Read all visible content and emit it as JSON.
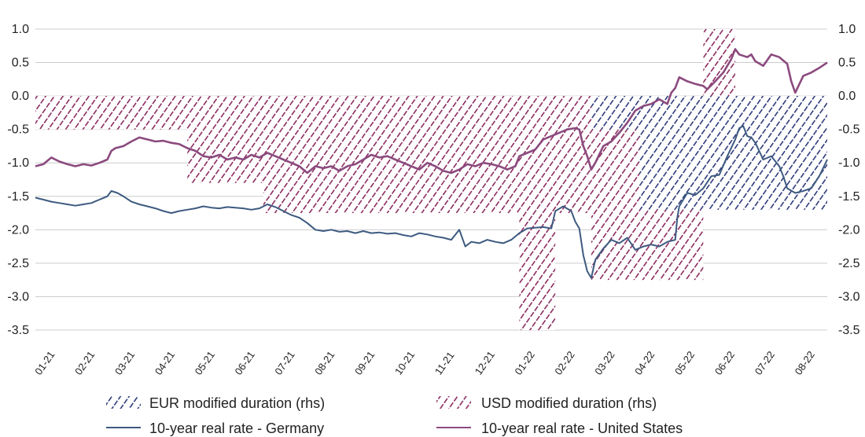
{
  "chart_data": {
    "type": "line",
    "xlabel": "",
    "ylabel": "",
    "x_ticks": [
      "01-21",
      "02-21",
      "03-21",
      "04-21",
      "05-21",
      "06-21",
      "07-21",
      "08-21",
      "09-21",
      "10-21",
      "11-21",
      "12-21",
      "01-22",
      "02-22",
      "03-22",
      "04-22",
      "05-22",
      "06-22",
      "07-22",
      "08-22"
    ],
    "y_ticks": [
      1.0,
      0.5,
      0.0,
      -0.5,
      -1.0,
      -1.5,
      -2.0,
      -2.5,
      -3.0,
      -3.5
    ],
    "y_tick_labels": [
      "1.0",
      "0.5",
      "0.0",
      "-0.5",
      "-1.0",
      "-1.5",
      "-2.0",
      "-2.5",
      "-3.0",
      "-3.5"
    ],
    "ylim": [
      -3.5,
      1.0
    ],
    "y2lim": [
      -3.5,
      1.0
    ],
    "grid": true,
    "legend_position": "bottom",
    "x_range_months": [
      0,
      19.8
    ],
    "series": [
      {
        "name": "10-year real rate - Germany",
        "color": "#3d5a80",
        "kind": "line",
        "axis": "left",
        "points": [
          [
            0,
            -1.52
          ],
          [
            0.2,
            -1.55
          ],
          [
            0.4,
            -1.58
          ],
          [
            0.6,
            -1.6
          ],
          [
            0.8,
            -1.62
          ],
          [
            1.0,
            -1.64
          ],
          [
            1.2,
            -1.62
          ],
          [
            1.4,
            -1.6
          ],
          [
            1.6,
            -1.55
          ],
          [
            1.8,
            -1.5
          ],
          [
            1.9,
            -1.42
          ],
          [
            2.05,
            -1.45
          ],
          [
            2.2,
            -1.5
          ],
          [
            2.4,
            -1.58
          ],
          [
            2.6,
            -1.62
          ],
          [
            2.8,
            -1.65
          ],
          [
            3.0,
            -1.68
          ],
          [
            3.2,
            -1.72
          ],
          [
            3.4,
            -1.75
          ],
          [
            3.6,
            -1.72
          ],
          [
            3.8,
            -1.7
          ],
          [
            4.0,
            -1.68
          ],
          [
            4.2,
            -1.65
          ],
          [
            4.4,
            -1.67
          ],
          [
            4.6,
            -1.68
          ],
          [
            4.8,
            -1.66
          ],
          [
            5.0,
            -1.67
          ],
          [
            5.2,
            -1.68
          ],
          [
            5.4,
            -1.7
          ],
          [
            5.6,
            -1.68
          ],
          [
            5.8,
            -1.62
          ],
          [
            6.0,
            -1.66
          ],
          [
            6.2,
            -1.72
          ],
          [
            6.4,
            -1.78
          ],
          [
            6.6,
            -1.82
          ],
          [
            6.8,
            -1.9
          ],
          [
            7.0,
            -2.0
          ],
          [
            7.2,
            -2.02
          ],
          [
            7.4,
            -2.0
          ],
          [
            7.6,
            -2.03
          ],
          [
            7.8,
            -2.02
          ],
          [
            8.0,
            -2.05
          ],
          [
            8.2,
            -2.02
          ],
          [
            8.4,
            -2.05
          ],
          [
            8.6,
            -2.04
          ],
          [
            8.8,
            -2.06
          ],
          [
            9.0,
            -2.05
          ],
          [
            9.2,
            -2.08
          ],
          [
            9.4,
            -2.1
          ],
          [
            9.6,
            -2.05
          ],
          [
            9.8,
            -2.07
          ],
          [
            10.0,
            -2.1
          ],
          [
            10.2,
            -2.12
          ],
          [
            10.4,
            -2.15
          ],
          [
            10.6,
            -2.0
          ],
          [
            10.75,
            -2.25
          ],
          [
            10.9,
            -2.18
          ],
          [
            11.1,
            -2.2
          ],
          [
            11.3,
            -2.15
          ],
          [
            11.5,
            -2.18
          ],
          [
            11.7,
            -2.2
          ],
          [
            11.9,
            -2.15
          ],
          [
            12.1,
            -2.05
          ],
          [
            12.3,
            -1.98
          ],
          [
            12.5,
            -1.97
          ],
          [
            12.7,
            -1.96
          ],
          [
            12.9,
            -1.98
          ],
          [
            13.0,
            -1.72
          ],
          [
            13.2,
            -1.65
          ],
          [
            13.4,
            -1.72
          ],
          [
            13.5,
            -1.88
          ],
          [
            13.6,
            -1.98
          ],
          [
            13.7,
            -2.38
          ],
          [
            13.8,
            -2.62
          ],
          [
            13.9,
            -2.72
          ],
          [
            14.0,
            -2.45
          ],
          [
            14.2,
            -2.28
          ],
          [
            14.4,
            -2.15
          ],
          [
            14.6,
            -2.2
          ],
          [
            14.8,
            -2.12
          ],
          [
            15.0,
            -2.3
          ],
          [
            15.2,
            -2.25
          ],
          [
            15.4,
            -2.22
          ],
          [
            15.6,
            -2.25
          ],
          [
            15.8,
            -2.18
          ],
          [
            16.0,
            -2.15
          ],
          [
            16.05,
            -1.82
          ],
          [
            16.1,
            -1.65
          ],
          [
            16.3,
            -1.45
          ],
          [
            16.5,
            -1.48
          ],
          [
            16.7,
            -1.38
          ],
          [
            16.9,
            -1.2
          ],
          [
            17.1,
            -1.18
          ],
          [
            17.3,
            -0.9
          ],
          [
            17.5,
            -0.65
          ],
          [
            17.6,
            -0.48
          ],
          [
            17.7,
            -0.45
          ],
          [
            17.8,
            -0.6
          ],
          [
            17.9,
            -0.62
          ],
          [
            18.0,
            -0.7
          ],
          [
            18.2,
            -0.95
          ],
          [
            18.4,
            -0.9
          ],
          [
            18.6,
            -1.05
          ],
          [
            18.7,
            -1.2
          ],
          [
            18.8,
            -1.38
          ],
          [
            19.0,
            -1.45
          ],
          [
            19.2,
            -1.42
          ],
          [
            19.4,
            -1.38
          ],
          [
            19.6,
            -1.2
          ],
          [
            19.8,
            -0.95
          ]
        ]
      },
      {
        "name": "10-year real rate - United States",
        "color": "#8b4a7e",
        "kind": "line",
        "axis": "left",
        "points": [
          [
            0,
            -1.05
          ],
          [
            0.2,
            -1.02
          ],
          [
            0.4,
            -0.92
          ],
          [
            0.6,
            -0.98
          ],
          [
            0.8,
            -1.02
          ],
          [
            1.0,
            -1.05
          ],
          [
            1.2,
            -1.02
          ],
          [
            1.4,
            -1.04
          ],
          [
            1.6,
            -1.0
          ],
          [
            1.8,
            -0.95
          ],
          [
            1.9,
            -0.82
          ],
          [
            2.0,
            -0.78
          ],
          [
            2.2,
            -0.75
          ],
          [
            2.4,
            -0.68
          ],
          [
            2.6,
            -0.62
          ],
          [
            2.8,
            -0.65
          ],
          [
            3.0,
            -0.68
          ],
          [
            3.2,
            -0.67
          ],
          [
            3.4,
            -0.7
          ],
          [
            3.6,
            -0.72
          ],
          [
            3.8,
            -0.78
          ],
          [
            4.0,
            -0.82
          ],
          [
            4.2,
            -0.9
          ],
          [
            4.4,
            -0.92
          ],
          [
            4.6,
            -0.88
          ],
          [
            4.8,
            -0.95
          ],
          [
            5.0,
            -0.92
          ],
          [
            5.2,
            -0.95
          ],
          [
            5.4,
            -0.88
          ],
          [
            5.6,
            -0.92
          ],
          [
            5.8,
            -0.85
          ],
          [
            6.0,
            -0.9
          ],
          [
            6.2,
            -0.95
          ],
          [
            6.4,
            -1.0
          ],
          [
            6.6,
            -1.05
          ],
          [
            6.8,
            -1.15
          ],
          [
            7.0,
            -1.05
          ],
          [
            7.2,
            -1.08
          ],
          [
            7.4,
            -1.05
          ],
          [
            7.6,
            -1.12
          ],
          [
            7.8,
            -1.05
          ],
          [
            8.0,
            -1.02
          ],
          [
            8.2,
            -0.95
          ],
          [
            8.4,
            -0.88
          ],
          [
            8.6,
            -0.92
          ],
          [
            8.8,
            -0.9
          ],
          [
            9.0,
            -0.95
          ],
          [
            9.2,
            -1.0
          ],
          [
            9.4,
            -1.05
          ],
          [
            9.6,
            -1.1
          ],
          [
            9.8,
            -1.0
          ],
          [
            10.0,
            -1.05
          ],
          [
            10.2,
            -1.12
          ],
          [
            10.4,
            -1.15
          ],
          [
            10.6,
            -1.1
          ],
          [
            10.8,
            -1.02
          ],
          [
            11.0,
            -1.05
          ],
          [
            11.2,
            -1.0
          ],
          [
            11.4,
            -1.02
          ],
          [
            11.6,
            -1.05
          ],
          [
            11.8,
            -1.1
          ],
          [
            12.0,
            -1.05
          ],
          [
            12.1,
            -0.9
          ],
          [
            12.3,
            -0.85
          ],
          [
            12.5,
            -0.8
          ],
          [
            12.7,
            -0.65
          ],
          [
            12.9,
            -0.6
          ],
          [
            13.1,
            -0.55
          ],
          [
            13.3,
            -0.5
          ],
          [
            13.5,
            -0.48
          ],
          [
            13.6,
            -0.5
          ],
          [
            13.7,
            -0.75
          ],
          [
            13.8,
            -0.9
          ],
          [
            13.9,
            -1.1
          ],
          [
            14.0,
            -1.0
          ],
          [
            14.2,
            -0.75
          ],
          [
            14.4,
            -0.68
          ],
          [
            14.6,
            -0.55
          ],
          [
            14.8,
            -0.4
          ],
          [
            15.0,
            -0.22
          ],
          [
            15.2,
            -0.15
          ],
          [
            15.4,
            -0.12
          ],
          [
            15.6,
            -0.05
          ],
          [
            15.8,
            -0.12
          ],
          [
            15.9,
            0.05
          ],
          [
            16.0,
            0.12
          ],
          [
            16.1,
            0.28
          ],
          [
            16.3,
            0.22
          ],
          [
            16.5,
            0.18
          ],
          [
            16.7,
            0.15
          ],
          [
            16.8,
            0.1
          ],
          [
            17.0,
            0.22
          ],
          [
            17.2,
            0.35
          ],
          [
            17.4,
            0.55
          ],
          [
            17.5,
            0.7
          ],
          [
            17.6,
            0.62
          ],
          [
            17.8,
            0.58
          ],
          [
            17.9,
            0.62
          ],
          [
            18.0,
            0.52
          ],
          [
            18.2,
            0.45
          ],
          [
            18.4,
            0.62
          ],
          [
            18.6,
            0.58
          ],
          [
            18.8,
            0.48
          ],
          [
            18.9,
            0.22
          ],
          [
            19.0,
            0.05
          ],
          [
            19.2,
            0.3
          ],
          [
            19.4,
            0.35
          ],
          [
            19.6,
            0.42
          ],
          [
            19.8,
            0.5
          ]
        ]
      }
    ],
    "bands": [
      {
        "name": "EUR modified duration (rhs)",
        "color": "#2e3a7a",
        "kind": "hatched-area",
        "axis": "right",
        "segments": [
          {
            "x0": 13.9,
            "x1": 19.8,
            "y0": 0.0,
            "y1": -0.5
          },
          {
            "x0": 15.1,
            "x1": 19.8,
            "y0": -0.5,
            "y1": -1.7
          }
        ]
      },
      {
        "name": "USD modified duration (rhs)",
        "color": "#8b2b5e",
        "kind": "hatched-area",
        "axis": "right",
        "segments": [
          {
            "x0": 0,
            "x1": 13.9,
            "y0": 0.0,
            "y1": -0.5
          },
          {
            "x0": 3.8,
            "x1": 12.1,
            "y0": -0.5,
            "y1": -1.3
          },
          {
            "x0": 5.7,
            "x1": 12.1,
            "y0": -1.3,
            "y1": -1.75
          },
          {
            "x0": 12.1,
            "x1": 13.0,
            "y0": -1.75,
            "y1": -3.5
          },
          {
            "x0": 12.1,
            "x1": 13.9,
            "y0": -0.5,
            "y1": -1.75
          },
          {
            "x0": 13.9,
            "x1": 15.1,
            "y0": -0.5,
            "y1": -2.75
          },
          {
            "x0": 15.1,
            "x1": 16.7,
            "y0": -1.7,
            "y1": -2.75
          },
          {
            "x0": 16.7,
            "x1": 17.5,
            "y0": 1.0,
            "y1": 0.0
          }
        ]
      }
    ]
  },
  "legend": {
    "eur": "EUR modified duration (rhs)",
    "usd": "USD modified duration (rhs)",
    "de": "10-year real rate - Germany",
    "us": "10-year real rate - United States"
  }
}
